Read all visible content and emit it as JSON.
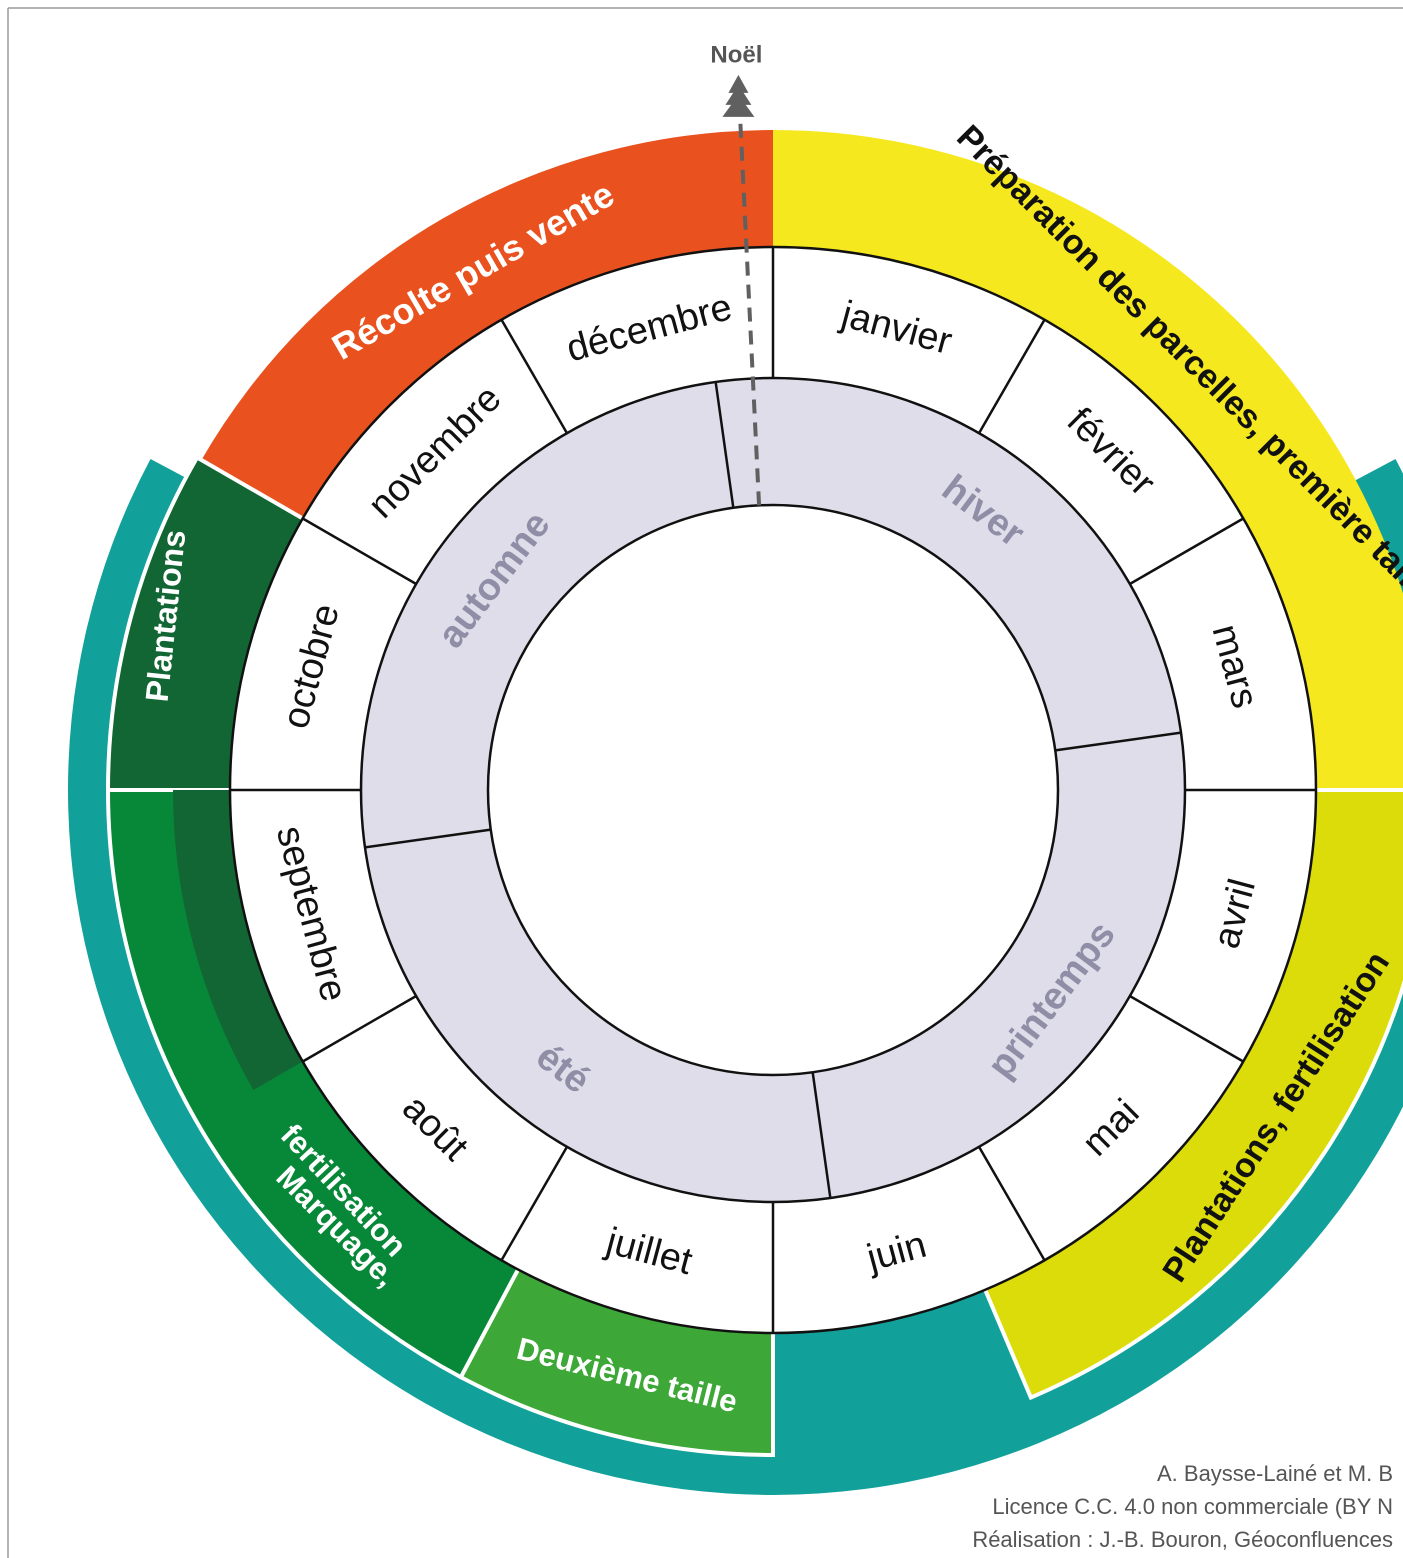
{
  "colors": {
    "teal": "#12a19a",
    "orange": "#e9521f",
    "yellow": "#f5e81e",
    "olive_yellow": "#dcdc0a",
    "dark_green": "#116633",
    "green": "#078738",
    "light_green": "#3da737",
    "season_fill": "#dedde9",
    "season_text": "#8f8ea6",
    "line": "#111111",
    "arrow": "#606060"
  },
  "marker": {
    "label": "Noël",
    "icon": "fir-tree-icon"
  },
  "months": [
    {
      "label": "janvier"
    },
    {
      "label": "février"
    },
    {
      "label": "mars"
    },
    {
      "label": "avril"
    },
    {
      "label": "mai"
    },
    {
      "label": "juin"
    },
    {
      "label": "juillet"
    },
    {
      "label": "août"
    },
    {
      "label": "septembre"
    },
    {
      "label": "octobre"
    },
    {
      "label": "novembre"
    },
    {
      "label": "décembre"
    }
  ],
  "seasons": [
    {
      "label": "hiver"
    },
    {
      "label": "printemps"
    },
    {
      "label": "été"
    },
    {
      "label": "automne"
    }
  ],
  "activities": [
    {
      "label": "Préparation des parcelles, première taille",
      "color": "#f5e81e",
      "text_color": "#111111"
    },
    {
      "label": "Plantations, fertilisation",
      "color": "#dcdc0a",
      "text_color": "#111111"
    },
    {
      "label": "Deuxième taille",
      "color": "#3da737",
      "text_color": "#ffffff"
    },
    {
      "label": "Marquage,",
      "color": "#078738",
      "text_color": "#ffffff"
    },
    {
      "label": "fertilisation",
      "color": "#078738",
      "text_color": "#ffffff"
    },
    {
      "label": "Plantations",
      "color": "#116633",
      "text_color": "#ffffff"
    },
    {
      "label": "Récolte puis vente",
      "color": "#e9521f",
      "text_color": "#ffffff"
    }
  ],
  "credits": [
    "A. Baysse-Lainé et M. B",
    "Licence C.C. 4.0 non commerciale (BY N",
    "Réalisation : J.-B. Bouron, Géoconfluences"
  ]
}
